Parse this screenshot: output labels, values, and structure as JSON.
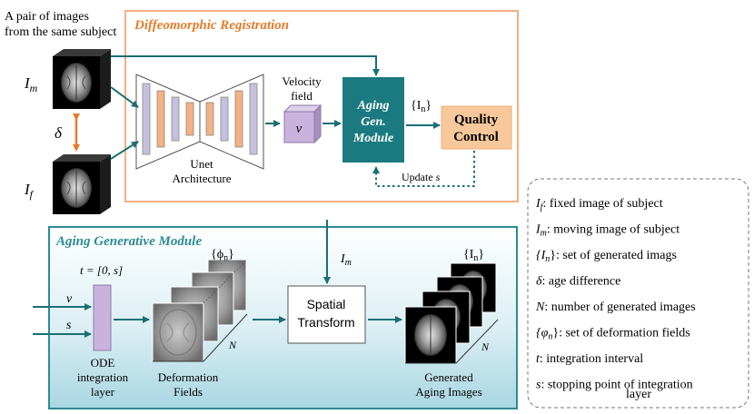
{
  "top_note": {
    "line1": "A pair of images",
    "line2": "from the same subject"
  },
  "registration": {
    "title": "Diffeomorphic Registration",
    "unet_line1": "Unet",
    "unet_line2": "Architecture",
    "velocity_line1": "Velocity",
    "velocity_line2": "field",
    "velocity_symbol": "v",
    "aging_line1": "Aging",
    "aging_line2": "Gen.",
    "aging_line3": "Module",
    "output_set": "{I",
    "output_sub": "n",
    "output_close": "}",
    "quality_line1": "Quality",
    "quality_line2": "Control",
    "update_label": "Update ",
    "update_symbol": "s"
  },
  "inputs": {
    "moving": "I",
    "moving_sub": "m",
    "fixed": "I",
    "fixed_sub": "f",
    "delta": "δ"
  },
  "generative": {
    "title": "Aging Generative Module",
    "t_range": "t = [0, s]",
    "v_label": "v",
    "s_label": "s",
    "ode_line1": "ODE",
    "ode_line2": "integration",
    "ode_line3": "layer",
    "phi_set": "{ϕ",
    "phi_sub": "n",
    "phi_close": "}",
    "deform_line1": "Deformation",
    "deform_line2": "Fields",
    "n_label": "N",
    "im_label": "I",
    "im_sub": "m",
    "spatial_line1": "Spatial",
    "spatial_line2": "Transform",
    "gen_set": "{I",
    "gen_sub": "n",
    "gen_close": "}",
    "gen_line1": "Generated",
    "gen_line2": "Aging Images",
    "n_label2": "N"
  },
  "legend": {
    "items": [
      {
        "sym": "I",
        "sub": "f",
        "text": ": fixed image of subject"
      },
      {
        "sym": "I",
        "sub": "m",
        "text": ": moving image of subject"
      },
      {
        "sym": "{I",
        "sub": "n",
        "text": "}: set of generated imags"
      },
      {
        "sym": "δ",
        "sub": "",
        "text": ": age difference"
      },
      {
        "sym": "N",
        "sub": "",
        "text": ": number of generated images"
      },
      {
        "sym": "{φ",
        "sub": "n",
        "text": "}: set of deformation fields"
      },
      {
        "sym": "t",
        "sub": "",
        "text": ": integration interval"
      },
      {
        "sym": "s",
        "sub": "",
        "text": ": stopping point of integration"
      }
    ],
    "last_line2": "layer"
  },
  "colors": {
    "orange_border": "#f4b183",
    "orange_title": "#e57c2a",
    "teal": "#1a7a80",
    "teal_border": "#2e8a94",
    "quality_fill": "#f8c89b",
    "purple_fill": "#c9b3dc",
    "purple_stroke": "#8f7aa8",
    "orange_bar": "#f4b183",
    "lavender_bar": "#c4c0de"
  }
}
